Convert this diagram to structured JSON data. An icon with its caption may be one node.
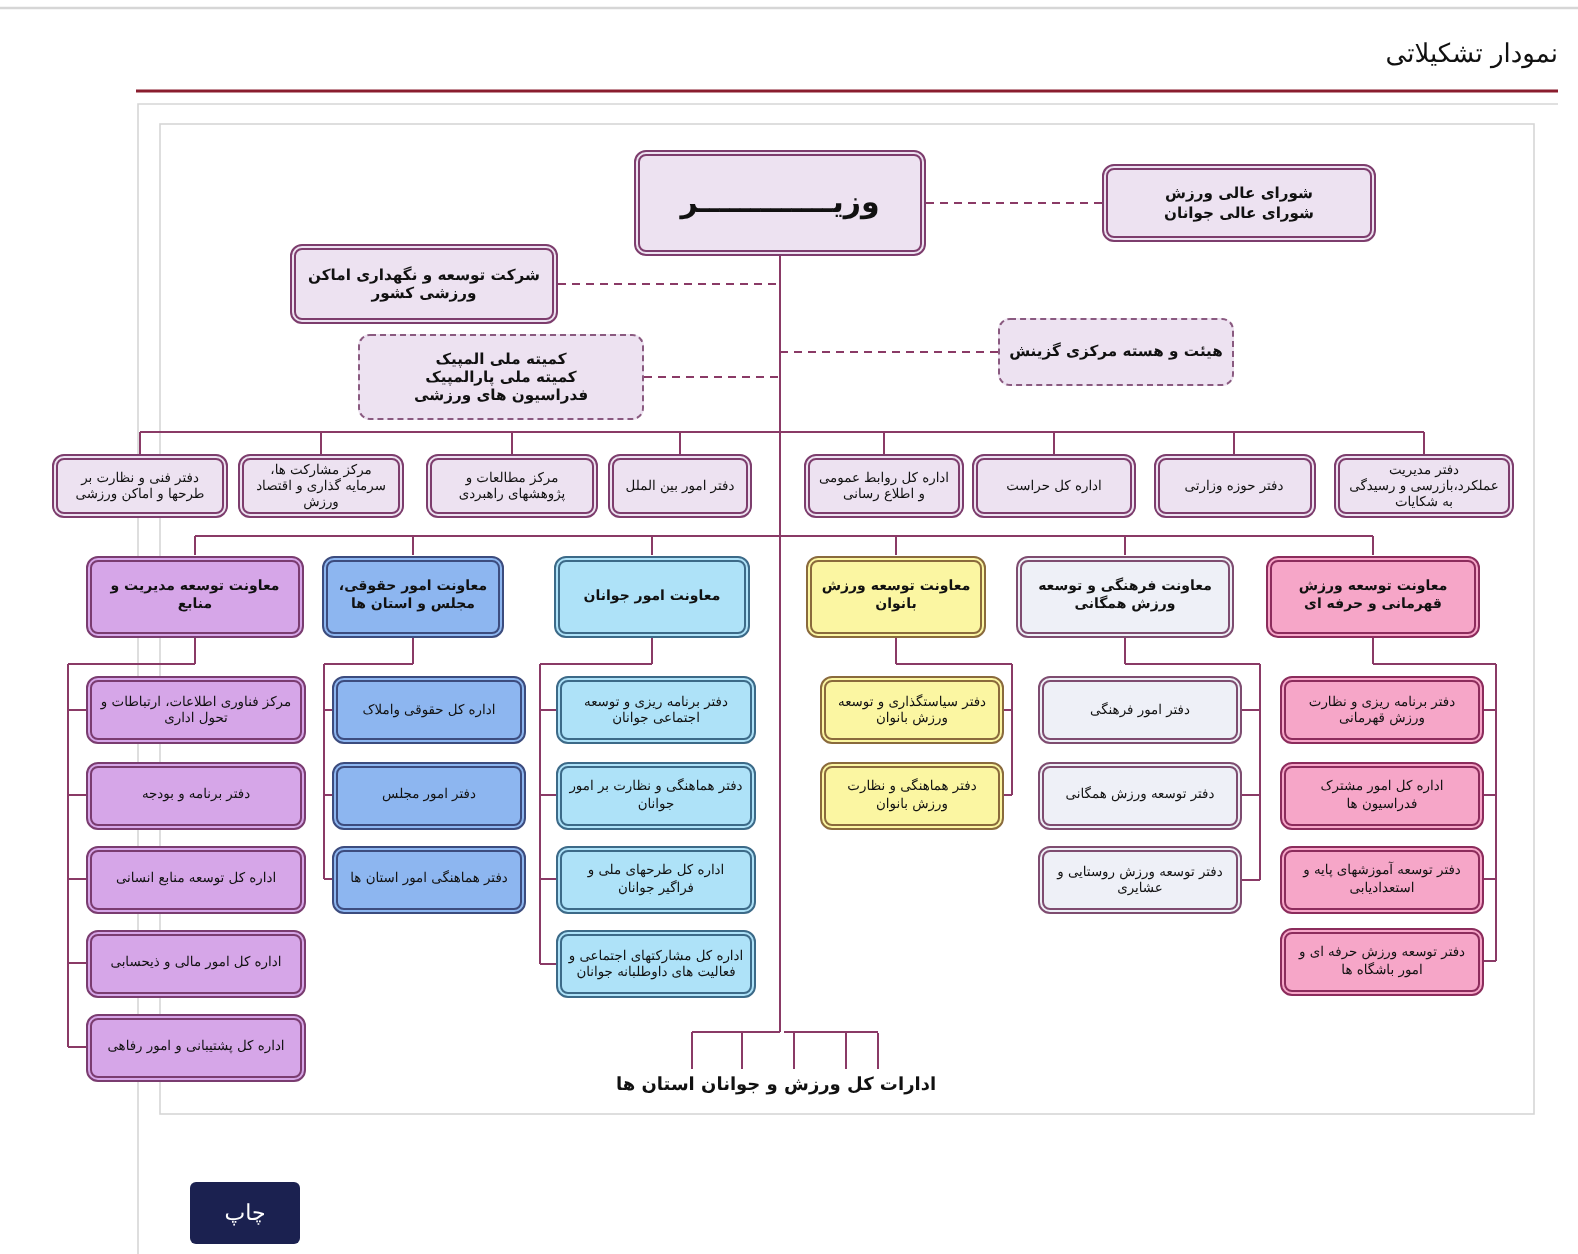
{
  "diagram": {
    "title": "نمودار تشکیلاتی",
    "nodes": [
      {
        "text": [
          "وزیـــــــــــــر"
        ]
      },
      {
        "text": [
          "شورای عالی ورزش",
          "شورای عالی جوانان"
        ]
      },
      {
        "text": [
          "شرکت توسعه و نگهداری اماکن ورزشی کشور"
        ]
      },
      {
        "text": [
          "هیئت و هسته مرکزی گزینش"
        ]
      },
      {
        "text": [
          "کمیته ملی المپیک",
          "کمیته ملی پارالمپیک",
          "فدراسیون های ورزشی"
        ]
      },
      {
        "text": [
          "دفتر مدیریت عملکرد،بازرسی و رسیدگی به شکایات"
        ]
      },
      {
        "text": [
          "دفتر حوزه وزارتی"
        ]
      },
      {
        "text": [
          "اداره کل حراست"
        ]
      },
      {
        "text": [
          "اداره کل روابط عمومی و اطلاع رسانی"
        ]
      },
      {
        "text": [
          "دفتر امور بین الملل"
        ]
      },
      {
        "text": [
          "مرکز مطالعات و پژوهشهای راهبردی"
        ]
      },
      {
        "text": [
          "مرکز مشارکت ها، سرمایه گذاری و اقتصاد ورزش"
        ]
      },
      {
        "text": [
          "دفتر فنی و نظارت بر طرحها و اماکن ورزشی"
        ]
      },
      {
        "text": [
          "معاونت توسعه ورزش قهرمانی و حرفه ای"
        ]
      },
      {
        "text": [
          "معاونت فرهنگی و توسعه ورزش همگانی"
        ]
      },
      {
        "text": [
          "معاونت توسعه ورزش بانوان"
        ]
      },
      {
        "text": [
          "معاونت امور جوانان"
        ]
      },
      {
        "text": [
          "معاونت امور حقوقی، مجلس و استان ها"
        ]
      },
      {
        "text": [
          "معاونت توسعه مدیریت و منابع"
        ]
      },
      {
        "text": [
          "دفتر برنامه ریزی و نظارت ورزش قهرمانی"
        ]
      },
      {
        "text": [
          "اداره کل امور مشترک فدراسیون ها"
        ]
      },
      {
        "text": [
          "دفتر توسعه آموزشهای پایه و استعدادیابی"
        ]
      },
      {
        "text": [
          "دفتر توسعه ورزش حرفه ای و امور باشگاه ها"
        ]
      },
      {
        "text": [
          "دفتر امور فرهنگی"
        ]
      },
      {
        "text": [
          "دفتر توسعه ورزش همگانی"
        ]
      },
      {
        "text": [
          "دفتر توسعه ورزش روستایی و عشایری"
        ]
      },
      {
        "text": [
          "دفتر سیاستگذاری و توسعه ورزش بانوان"
        ]
      },
      {
        "text": [
          "دفتر هماهنگی و نظارت ورزش بانوان"
        ]
      },
      {
        "text": [
          "دفتر برنامه ریزی و توسعه اجتماعی جوانان"
        ]
      },
      {
        "text": [
          "دفتر هماهنگی و نظارت بر امور جوانان"
        ]
      },
      {
        "text": [
          "اداره کل طرحهای ملی و فراگیر جوانان"
        ]
      },
      {
        "text": [
          "اداره کل مشارکتهای اجتماعی و فعالیت های داوطلبانه جوانان"
        ]
      },
      {
        "text": [
          "اداره کل حقوقی واملاک"
        ]
      },
      {
        "text": [
          "دفتر امور مجلس"
        ]
      },
      {
        "text": [
          "دفتر هماهنگی امور استان ها"
        ]
      },
      {
        "text": [
          "مرکز فناوری اطلاعات، ارتباطات و تحول اداری"
        ]
      },
      {
        "text": [
          "دفتر برنامه و بودجه"
        ]
      },
      {
        "text": [
          "اداره کل توسعه منابع انسانی"
        ]
      },
      {
        "text": [
          "اداره کل امور مالی و ذیحسابی"
        ]
      },
      {
        "text": [
          "اداره کل پشتیبانی و امور رفاهی"
        ]
      },
      {
        "text": [
          "ادارات کل ورزش و جوانان استان ها"
        ]
      }
    ],
    "edges": [
      {
        "from": 0,
        "to": 1,
        "arrow": "none",
        "style": "dashed"
      },
      {
        "from": 0,
        "to": 2,
        "arrow": "none",
        "style": "dashed"
      },
      {
        "from": 0,
        "to": 3,
        "arrow": "none",
        "style": "dashed"
      },
      {
        "from": 0,
        "to": 4,
        "arrow": "none",
        "style": "dashed"
      },
      {
        "from": 0,
        "to": 5,
        "arrow": "none"
      },
      {
        "from": 0,
        "to": 6,
        "arrow": "none"
      },
      {
        "from": 0,
        "to": 7,
        "arrow": "none"
      },
      {
        "from": 0,
        "to": 8,
        "arrow": "none"
      },
      {
        "from": 0,
        "to": 9,
        "arrow": "none"
      },
      {
        "from": 0,
        "to": 10,
        "arrow": "none"
      },
      {
        "from": 0,
        "to": 11,
        "arrow": "none"
      },
      {
        "from": 0,
        "to": 12,
        "arrow": "none"
      },
      {
        "from": 0,
        "to": 13,
        "arrow": "none"
      },
      {
        "from": 0,
        "to": 14,
        "arrow": "none"
      },
      {
        "from": 0,
        "to": 15,
        "arrow": "none"
      },
      {
        "from": 0,
        "to": 16,
        "arrow": "none"
      },
      {
        "from": 0,
        "to": 17,
        "arrow": "none"
      },
      {
        "from": 0,
        "to": 18,
        "arrow": "none"
      },
      {
        "from": 13,
        "to": 19,
        "arrow": "none"
      },
      {
        "from": 13,
        "to": 20,
        "arrow": "none"
      },
      {
        "from": 13,
        "to": 21,
        "arrow": "none"
      },
      {
        "from": 13,
        "to": 22,
        "arrow": "none"
      },
      {
        "from": 14,
        "to": 23,
        "arrow": "none"
      },
      {
        "from": 14,
        "to": 24,
        "arrow": "none"
      },
      {
        "from": 14,
        "to": 25,
        "arrow": "none"
      },
      {
        "from": 15,
        "to": 26,
        "arrow": "none"
      },
      {
        "from": 15,
        "to": 27,
        "arrow": "none"
      },
      {
        "from": 16,
        "to": 28,
        "arrow": "none"
      },
      {
        "from": 16,
        "to": 29,
        "arrow": "none"
      },
      {
        "from": 16,
        "to": 30,
        "arrow": "none"
      },
      {
        "from": 16,
        "to": 31,
        "arrow": "none"
      },
      {
        "from": 17,
        "to": 32,
        "arrow": "none"
      },
      {
        "from": 17,
        "to": 33,
        "arrow": "none"
      },
      {
        "from": 17,
        "to": 34,
        "arrow": "none"
      },
      {
        "from": 18,
        "to": 35,
        "arrow": "none"
      },
      {
        "from": 18,
        "to": 36,
        "arrow": "none"
      },
      {
        "from": 18,
        "to": 37,
        "arrow": "none"
      },
      {
        "from": 18,
        "to": 38,
        "arrow": "none"
      },
      {
        "from": 18,
        "to": 39,
        "arrow": "none"
      },
      {
        "from": 0,
        "to": 40,
        "arrow": "none"
      }
    ],
    "labels": [
      "چاپ"
    ]
  }
}
